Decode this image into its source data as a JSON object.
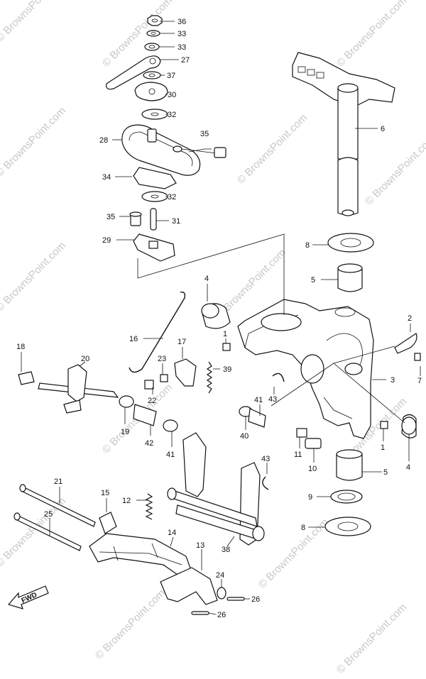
{
  "watermark": "© BrownsPoint.com",
  "fwd_label": "FWD",
  "callouts": [
    {
      "id": "c36",
      "text": "36"
    },
    {
      "id": "c33a",
      "text": "33"
    },
    {
      "id": "c33b",
      "text": "33"
    },
    {
      "id": "c27",
      "text": "27"
    },
    {
      "id": "c37",
      "text": "37"
    },
    {
      "id": "c30",
      "text": "30"
    },
    {
      "id": "c32a",
      "text": "32"
    },
    {
      "id": "c28",
      "text": "28"
    },
    {
      "id": "c35a",
      "text": "35"
    },
    {
      "id": "c34",
      "text": "34"
    },
    {
      "id": "c32b",
      "text": "32"
    },
    {
      "id": "c35b",
      "text": "35"
    },
    {
      "id": "c31",
      "text": "31"
    },
    {
      "id": "c29",
      "text": "29"
    },
    {
      "id": "c6",
      "text": "6"
    },
    {
      "id": "c8a",
      "text": "8"
    },
    {
      "id": "c5a",
      "text": "5"
    },
    {
      "id": "c4a",
      "text": "4"
    },
    {
      "id": "c2",
      "text": "2"
    },
    {
      "id": "c7",
      "text": "7"
    },
    {
      "id": "c3",
      "text": "3"
    },
    {
      "id": "c16",
      "text": "16"
    },
    {
      "id": "c17",
      "text": "17"
    },
    {
      "id": "c1a",
      "text": "1"
    },
    {
      "id": "c18",
      "text": "18"
    },
    {
      "id": "c20",
      "text": "20"
    },
    {
      "id": "c23",
      "text": "23"
    },
    {
      "id": "c39",
      "text": "39"
    },
    {
      "id": "c22",
      "text": "22"
    },
    {
      "id": "c43a",
      "text": "43"
    },
    {
      "id": "c41a",
      "text": "41"
    },
    {
      "id": "c19",
      "text": "19"
    },
    {
      "id": "c42",
      "text": "42"
    },
    {
      "id": "c41b",
      "text": "41"
    },
    {
      "id": "c40",
      "text": "40"
    },
    {
      "id": "c11",
      "text": "11"
    },
    {
      "id": "c1b",
      "text": "1"
    },
    {
      "id": "c4b",
      "text": "4"
    },
    {
      "id": "c10",
      "text": "10"
    },
    {
      "id": "c5b",
      "text": "5"
    },
    {
      "id": "c43b",
      "text": "43"
    },
    {
      "id": "c21",
      "text": "21"
    },
    {
      "id": "c15",
      "text": "15"
    },
    {
      "id": "c12",
      "text": "12"
    },
    {
      "id": "c9",
      "text": "9"
    },
    {
      "id": "c25",
      "text": "25"
    },
    {
      "id": "c14",
      "text": "14"
    },
    {
      "id": "c8b",
      "text": "8"
    },
    {
      "id": "c38",
      "text": "38"
    },
    {
      "id": "c13",
      "text": "13"
    },
    {
      "id": "c24",
      "text": "24"
    },
    {
      "id": "c26a",
      "text": "26"
    },
    {
      "id": "c26b",
      "text": "26"
    }
  ]
}
